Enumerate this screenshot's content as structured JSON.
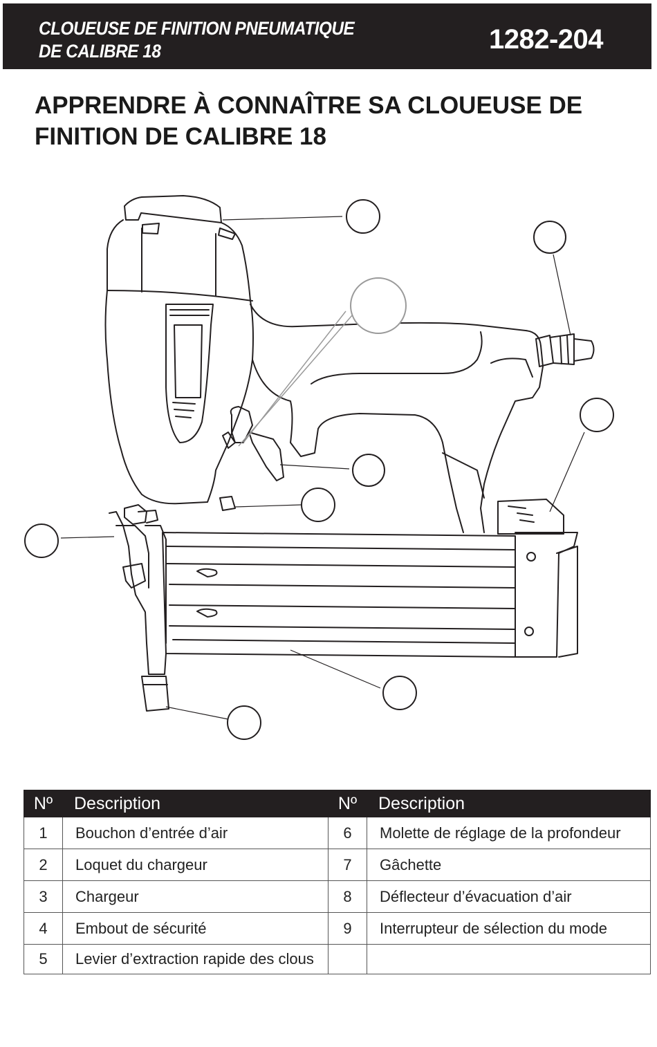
{
  "header": {
    "title_line1": "CLOUEUSE DE FINITION PNEUMATIQUE",
    "title_line2": "DE CALIBRE 18",
    "model": "1282-204"
  },
  "page": {
    "title_line1": "APPRENDRE À CONNAÎTRE SA CLOUEUSE DE",
    "title_line2": "FINITION DE CALIBRE 18"
  },
  "table": {
    "headers": [
      "Nº",
      "Description",
      "Nº",
      "Description"
    ],
    "rows": [
      {
        "no_left": "1",
        "desc_left": "Bouchon d’entrée d’air",
        "no_right": "6",
        "desc_right": "Molette de réglage de la profondeur"
      },
      {
        "no_left": "2",
        "desc_left": "Loquet du chargeur",
        "no_right": "7",
        "desc_right": "Gâchette"
      },
      {
        "no_left": "3",
        "desc_left": "Chargeur",
        "no_right": "8",
        "desc_right": "Déflecteur d’évacuation d’air"
      },
      {
        "no_left": "4",
        "desc_left": "Embout de sécurité",
        "no_right": "9",
        "desc_right": "Interrupteur de sélection du mode"
      },
      {
        "no_left": "5",
        "desc_left": "Levier d’extraction rapide des clous",
        "no_right": "",
        "desc_right": ""
      }
    ]
  }
}
